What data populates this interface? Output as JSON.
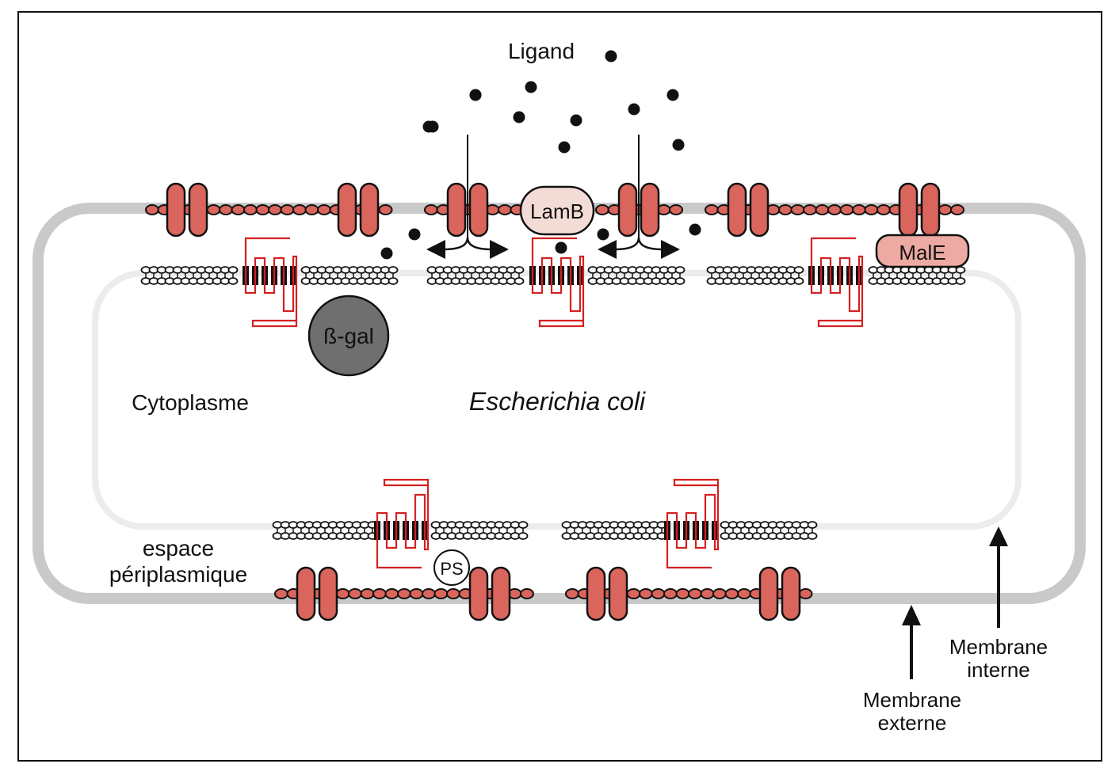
{
  "labels": {
    "ligand": "Ligand",
    "lamb": "LamB",
    "male": "MalE",
    "bgal": "ß-gal",
    "ps": "PS",
    "cytoplasme": "Cytoplasme",
    "organism": "Escherichia coli",
    "periplasm_line1": "espace",
    "periplasm_line2": "périplasmique",
    "outer_membrane_line1": "Membrane",
    "outer_membrane_line2": "externe",
    "inner_membrane_line1": "Membrane",
    "inner_membrane_line2": "interne"
  },
  "colors": {
    "protein_fill": "#d9655c",
    "protein_light": "#f2cfc8",
    "red_line": "#d42020",
    "membrane_gray": "#c8c8c8",
    "bgal_fill": "#707070"
  },
  "outer_porin_groups": 10,
  "inner_receptor_groups": 5,
  "ligand_molecules": 17
}
